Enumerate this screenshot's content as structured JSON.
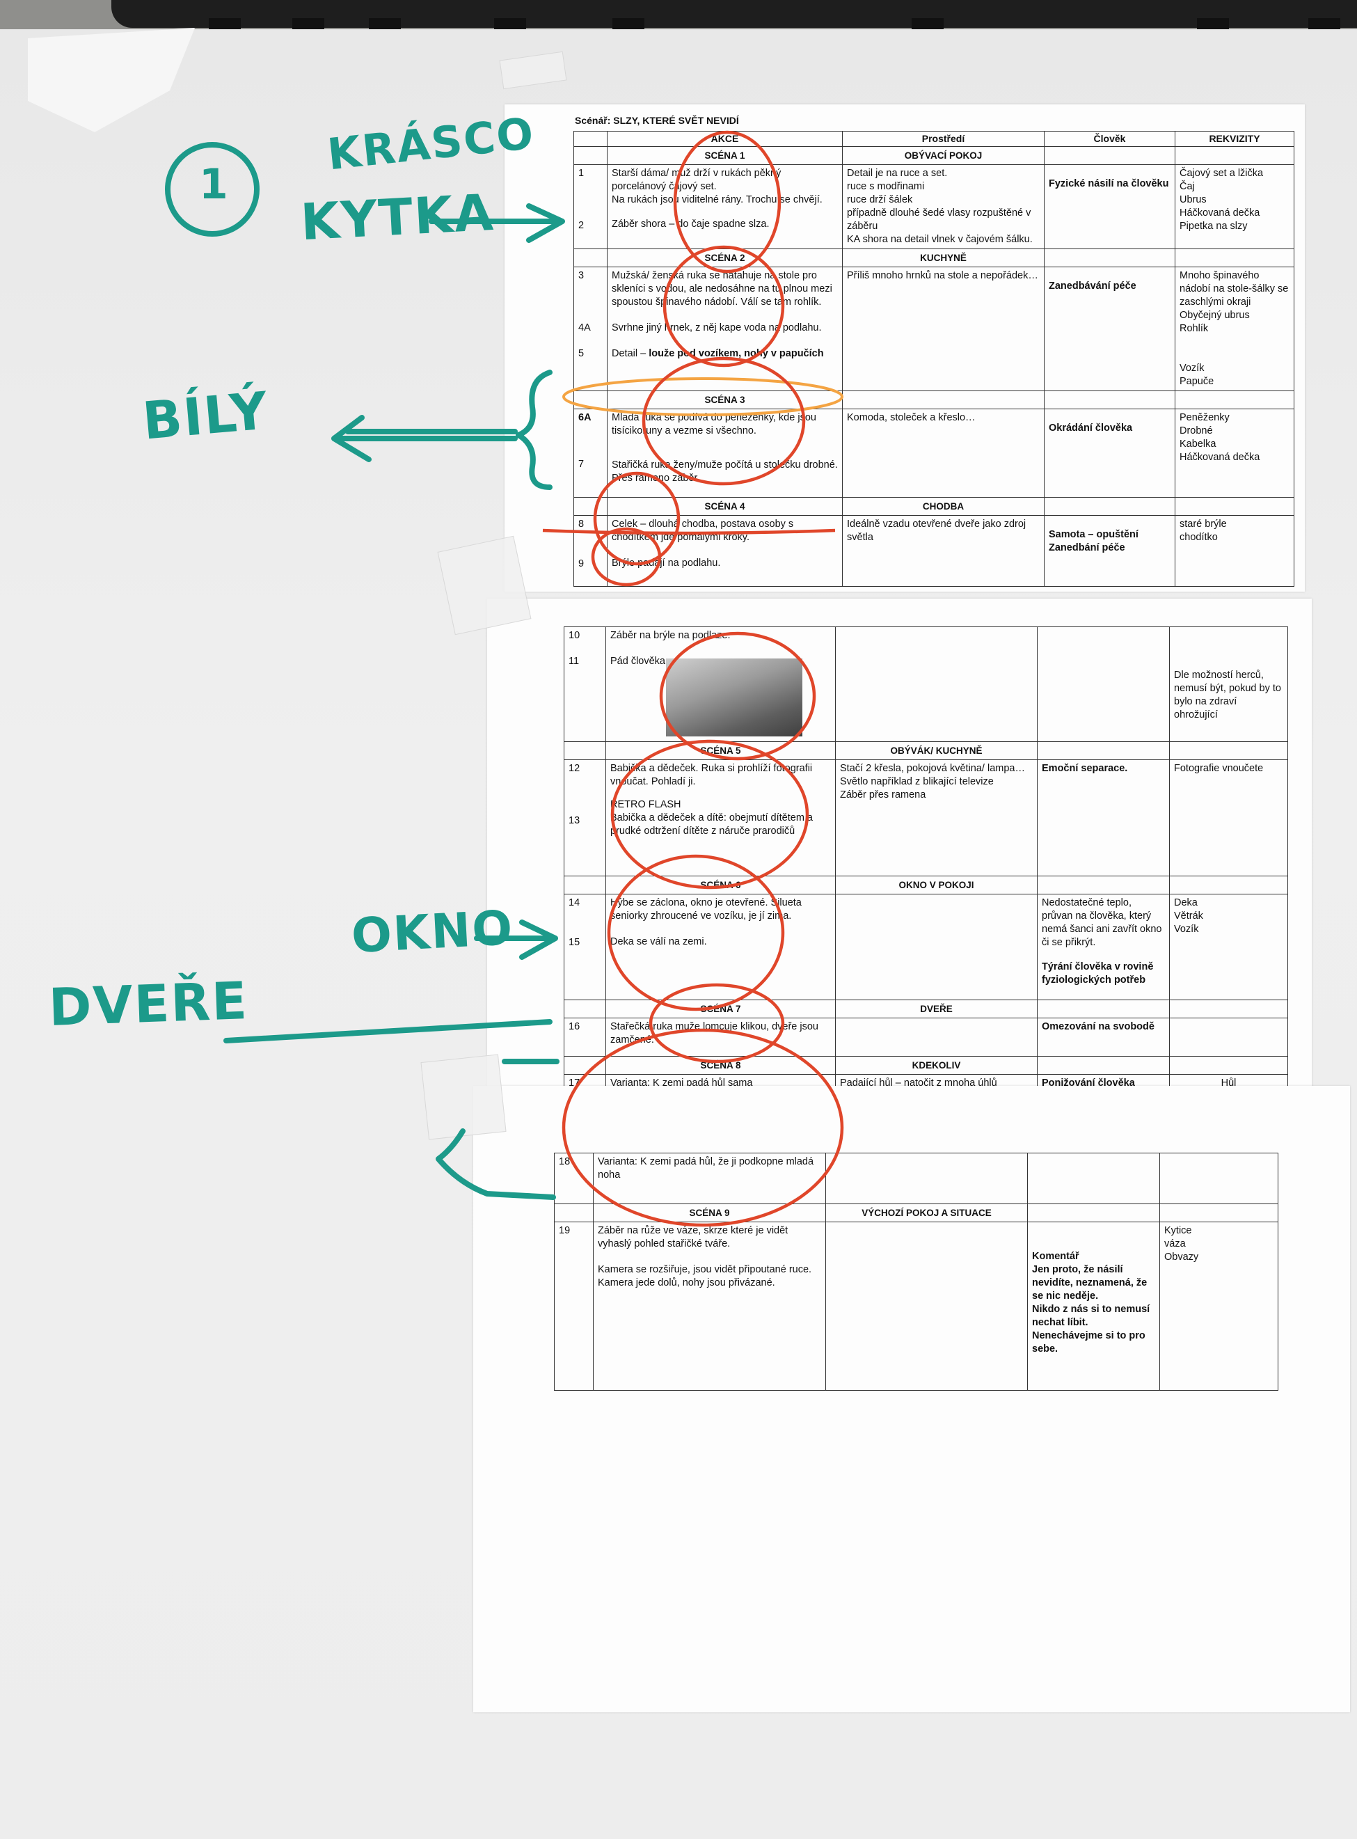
{
  "annotations": {
    "number": "1",
    "word1": "KRÁSCO",
    "word2": "KYTKA",
    "word3": "BÍLÝ",
    "word4": "OKNO",
    "word5": "DVEŘE"
  },
  "sheet1": {
    "title": "Scénář: SLZY, KTERÉ SVĚT NEVIDÍ",
    "headers": [
      "AKCE",
      "Prostředí",
      "Člověk",
      "REKVIZITY"
    ],
    "scene1": {
      "label": "SCÉNA 1",
      "place": "OBÝVACÍ POKOJ"
    },
    "r1": {
      "num": "1",
      "action": "Starší dáma/ muž drží v rukách pěkný porcelánový čajový set.\nNa rukách jsou viditelné rány. Trochu se chvějí."
    },
    "r2": {
      "num": "2",
      "action": "Záběr shora – do čaje spadne slza."
    },
    "s1_env": "Detail je na ruce a set.\nruce s modřinami\nruce drží šálek\npřípadně dlouhé šedé vlasy rozpuštěné v záběru\nKA shora na detail vlnek v čajovém šálku.",
    "s1_person": "Fyzické násilí na člověku",
    "s1_props": "Čajový set a lžička\nČaj\nUbrus\nHáčkovaná dečka\nPipetka na slzy",
    "scene2": {
      "label": "SCÉNA 2",
      "place": "KUCHYNĚ"
    },
    "r3": {
      "num": "3",
      "action": "Mužská/ ženská ruka se natahuje na stole pro skleníci s vodou, ale nedosáhne na tu plnou mezi spoustou špinavého nádobí. Válí se tam rohlík."
    },
    "r4a": {
      "num": "4A",
      "action": "Svrhne jiný hrnek, z něj kape voda na podlahu."
    },
    "r5": {
      "num": "5",
      "action_a": "Detail – ",
      "action_b": "louže pod vozíkem, nohy v papučích"
    },
    "s2_env": "Příliš mnoho hrnků na stole a nepořádek…",
    "s2_person": "Zanedbávání péče",
    "s2_props": "Mnoho špinavého nádobí na stole-šálky se zaschlými okraji\nObyčejný ubrus\nRohlík\n\n\nVozík\nPapuče",
    "scene3": {
      "label": "SCÉNA 3"
    },
    "r6a": {
      "num": "6A",
      "action": "Mladá ruka se podívá do peněženky, kde jsou tisícikoruny a vezme si všechno."
    },
    "r7": {
      "num": "7",
      "action": "Stařičká ruka ženy/muže počítá u stolečku drobné. Přes rameno záběr."
    },
    "s3_env": "Komoda, stoleček a křeslo…",
    "s3_person": "Okrádání člověka",
    "s3_props": "Peněženky\nDrobné\nKabelka\nHáčkovaná dečka",
    "scene4": {
      "label": "SCÉNA 4",
      "place": "CHODBA"
    },
    "r8": {
      "num": "8",
      "action": "Celek – dlouhá chodba, postava osoby s chodítkem jde pomalými kroky."
    },
    "r9": {
      "num": "9",
      "action": "Brýle padají na podlahu."
    },
    "s4_env": "Ideálně vzadu otevřené dveře jako zdroj světla",
    "s4_person": "Samota – opuštění\nZanedbání péče",
    "s4_props": "staré brýle\nchodítko"
  },
  "sheet2": {
    "r10": {
      "num": "10",
      "action": "Záběr na brýle na podlaze."
    },
    "r11": {
      "num": "11",
      "action": "Pád člověka"
    },
    "r11_props": "Dle možností herců, nemusí být, pokud by to bylo na zdraví ohrožující",
    "scene5": {
      "label": "SCÉNA 5",
      "place": "OBÝVÁK/ KUCHYNĚ"
    },
    "r12": {
      "num": "12",
      "action": "Babička a dědeček. Ruka si prohlíží fotografii vnoučat. Pohladí ji."
    },
    "retro": "RETRO FLASH",
    "r13": {
      "num": "13",
      "action": "Babička a dědeček a dítě: obejmutí dítětem a prudké odtržení dítěte z náruče prarodičů"
    },
    "s5_env": "Stačí 2 křesla, pokojová květina/ lampa…\nSvětlo například z blikající televize\nZáběr přes ramena",
    "s5_person": "Emoční separace.",
    "s5_props": "Fotografie vnoučete",
    "scene6": {
      "label": "SCÉNA 6",
      "place": "OKNO V POKOJI"
    },
    "r14": {
      "num": "14",
      "action": "Hýbe se záclona, okno je otevřené. Silueta seniorky zhroucené ve vozíku, je jí zima."
    },
    "r15": {
      "num": "15",
      "action": "Deka se válí na zemi."
    },
    "s6_person_a": "Nedostatečné teplo, průvan na člověka, který nemá šanci ani zavřít okno či se přikrýt.",
    "s6_person_b": "Týrání člověka v rovině fyziologických potřeb",
    "s6_props": "Deka\nVětrák\nVozík",
    "scene7": {
      "label": "SCÉNA 7",
      "place": "DVEŘE"
    },
    "r16": {
      "num": "16",
      "action": "Stařečká ruka muže lomcuje klikou, dveře jsou zamčené."
    },
    "s7_person": "Omezování na svobodě",
    "scene8": {
      "label": "SCÉNA 8",
      "place": "KDEKOLIV"
    },
    "r17": {
      "num": "17",
      "action": "Varianta: K zemi padá hůl sama"
    },
    "s8_env": "Padající hůl – natočit z mnoha úhlů",
    "s8_person": "Ponižování člověka",
    "s8_props": "Hůl"
  },
  "sheet3": {
    "r18": {
      "num": "18",
      "action": "Varianta: K zemi padá hůl, že ji podkopne mladá noha"
    },
    "scene9": {
      "label": "SCÉNA 9",
      "place": "VÝCHOZÍ POKOJ A SITUACE"
    },
    "r19": {
      "num": "19",
      "action_a": "Záběr na růže ve váze, skrze které je vidět vyhaslý pohled stařičké tváře.",
      "action_b": "Kamera se rozšiřuje, jsou vidět připoutané ruce. Kamera jede dolů, nohy jsou přivázané."
    },
    "s9_person": "Komentář\nJen proto, že násilí nevidíte, neznamená, že se nic neděje.\nNikdo z nás si to nemusí nechat líbit.\nNenechávejme si to pro sebe.",
    "s9_props": "Kytice\nváza\nObvazy"
  },
  "colors": {
    "marker_teal": "#1c9a8a",
    "marker_red": "#e0462a",
    "marker_orange": "#f4a443"
  }
}
